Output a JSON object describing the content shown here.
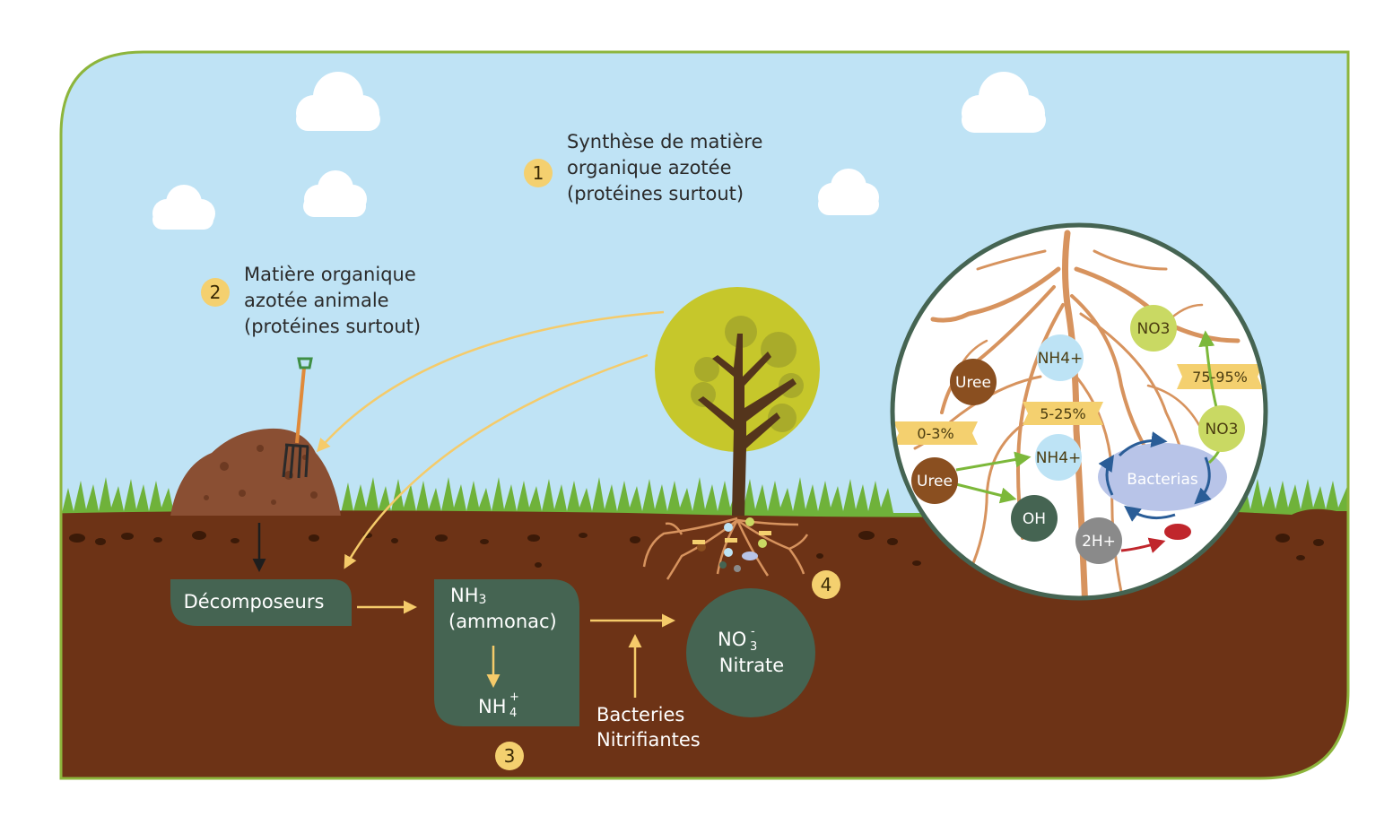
{
  "steps": {
    "step1": {
      "number": "1",
      "lines": [
        "Synthèse de matière",
        "organique azotée",
        "(protéines surtout)"
      ]
    },
    "step2": {
      "number": "2",
      "lines": [
        "Matière organique",
        "azotée animale",
        "(protéines surtout)"
      ]
    },
    "step3": {
      "number": "3"
    },
    "step4": {
      "number": "4"
    }
  },
  "soil": {
    "decomposers": "Décomposeurs",
    "ammonia": {
      "formula": "NH",
      "subscript": "3",
      "name": "(ammonac)"
    },
    "ammonium": {
      "formula": "NH",
      "subscript": "4",
      "superscript": "+"
    },
    "nitrate": {
      "formula": "NO",
      "subscript": "3",
      "superscript": "-",
      "name": "Nitrate"
    },
    "bacteria": [
      "Bacteries",
      "Nitrifiantes"
    ]
  },
  "zoom": {
    "uree_top": "Uree",
    "nh4_top": "NH4+",
    "no3_top": "NO3",
    "pct_075_95": "75-95%",
    "pct_5_25": "5-25%",
    "pct_0_3": "0-3%",
    "no3_right": "NO3",
    "nh4_mid": "NH4+",
    "uree_bottom": "Uree",
    "bacterias": "Bacterias",
    "oh": "OH",
    "h2": "2H+"
  },
  "colors": {
    "sky": "#bfe3f5",
    "frame": "#8db53c",
    "soil": "#6d3316",
    "grass": "#6fb23a",
    "box": "#456452",
    "arrow": "#f5cb6a",
    "badge": "#f4d06f"
  }
}
